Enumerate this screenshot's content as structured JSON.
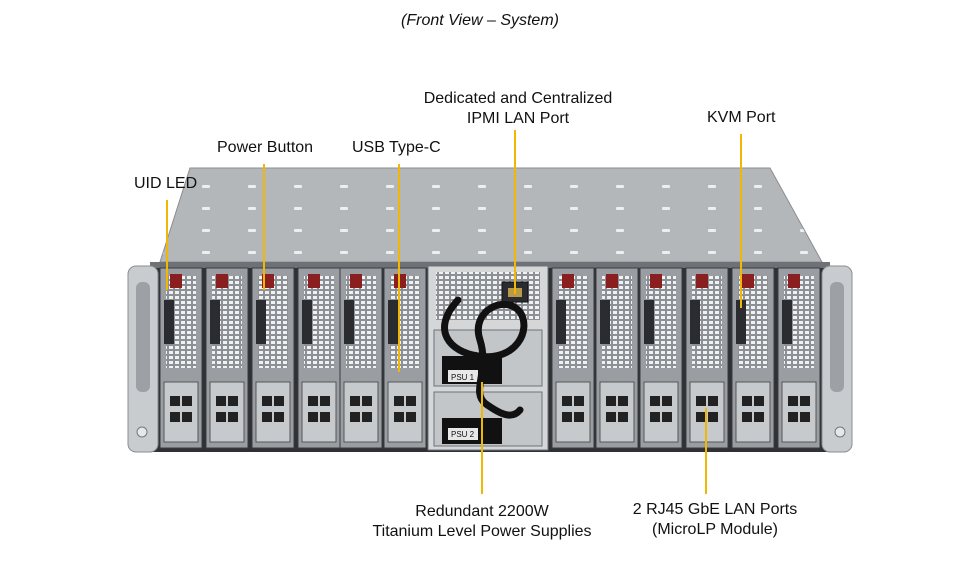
{
  "caption": "(Front View – System)",
  "callouts": {
    "uid_led": "UID LED",
    "power_button": "Power Button",
    "usb_type_c": "USB Type-C",
    "ipmi_line1": "Dedicated and Centralized",
    "ipmi_line2": "IPMI LAN Port",
    "kvm_port": "KVM Port",
    "psu_line1": "Redundant 2200W",
    "psu_line2": "Titanium Level Power Supplies",
    "lan_line1": "2 RJ45 GbE LAN Ports",
    "lan_line2": "(MicroLP Module)"
  },
  "psu_labels": [
    "PSU 1",
    "PSU 2"
  ],
  "colors": {
    "leader_line": "#f2b705",
    "chassis_top": "#b9bcbf",
    "chassis_frame": "#4a4d52",
    "node_face": "#9a9ea3",
    "psu_bay": "#d4d6d8"
  }
}
